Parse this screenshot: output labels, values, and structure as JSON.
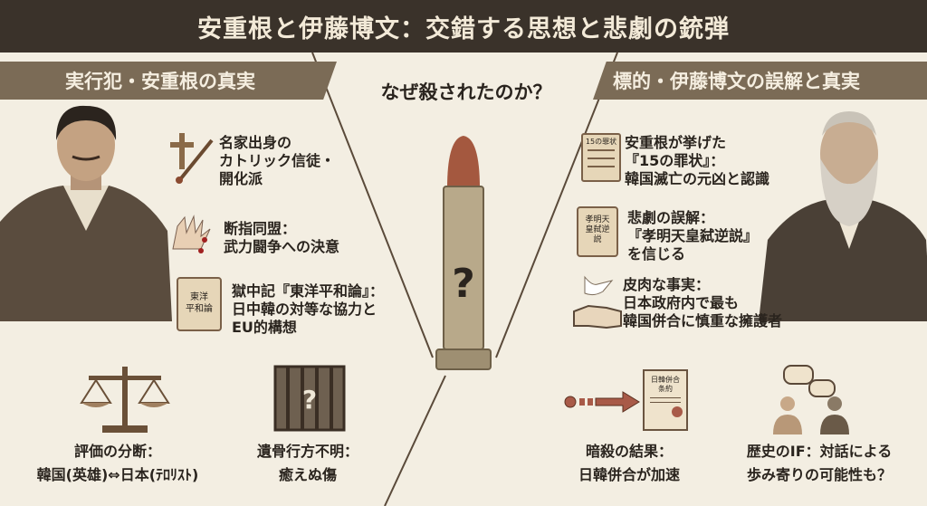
{
  "title": "安重根と伊藤博文：交錯する思想と悲劇の銃弾",
  "left": {
    "header": "実行犯・安重根の真実",
    "items": [
      {
        "icon": "cross-brush-icon",
        "lines": [
          "名家出身の",
          "カトリック信徒・",
          "開化派"
        ]
      },
      {
        "icon": "bleeding-hand-icon",
        "lines": [
          "断指同盟：",
          "武力闘争への決意"
        ]
      },
      {
        "icon": "scroll-icon",
        "scroll_text": [
          "東洋",
          "平和論"
        ],
        "lines": [
          "獄中記『東洋平和論』：",
          "日中韓の対等な協力と",
          "EU的構想"
        ]
      }
    ],
    "bottom": [
      {
        "icon": "scales-icon",
        "lines": [
          "評価の分断：",
          "韓国(英雄)⇔日本(ﾃﾛﾘｽﾄ)"
        ]
      },
      {
        "icon": "jail-question-icon",
        "lines": [
          "遺骨行方不明：",
          "癒えぬ傷"
        ]
      }
    ]
  },
  "center": {
    "question": "なぜ殺されたのか？",
    "bullet_mark": "?"
  },
  "right": {
    "header": "標的・伊藤博文の誤解と真実",
    "items": [
      {
        "icon": "document-list-icon",
        "doc_text": "15の罪状",
        "lines": [
          "安重根が挙げた",
          "『15の罪状』：",
          "韓国滅亡の元凶と認識"
        ]
      },
      {
        "icon": "scroll-icon",
        "scroll_text": [
          "孝明天",
          "皇弑逆",
          "説"
        ],
        "lines": [
          "悲劇の誤解：",
          "『孝明天皇弑逆説』",
          "を信じる"
        ]
      },
      {
        "icon": "dove-handshake-icon",
        "lines": [
          "皮肉な事実：",
          "日本政府内で最も",
          "韓国併合に慎重な擁護者"
        ]
      }
    ],
    "bottom": [
      {
        "icon": "arrow-treaty-icon",
        "doc_text": [
          "日韓併合",
          "条約"
        ],
        "lines": [
          "暗殺の結果：",
          "日韓併合が加速"
        ]
      },
      {
        "icon": "dialogue-people-icon",
        "lines": [
          "歴史のIF：対話による",
          "歩み寄りの可能性も？"
        ]
      }
    ]
  },
  "colors": {
    "title_bg": "#3a322a",
    "band": "#7b6b56",
    "bg": "#f3eee2",
    "accent": "#a85a48",
    "bullet": "#b8a98a"
  }
}
